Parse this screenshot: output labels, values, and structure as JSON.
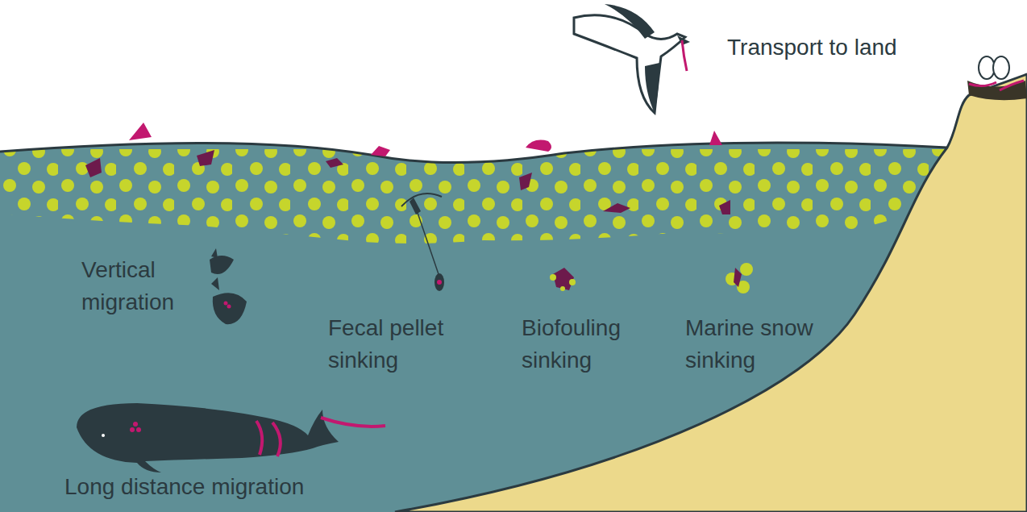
{
  "diagram": {
    "labels": [
      "Transport to land",
      "Vertical migration",
      "Fecal pellet sinking",
      "Biofouling sinking",
      "Marine snow sinking",
      "Long distance migration"
    ]
  }
}
